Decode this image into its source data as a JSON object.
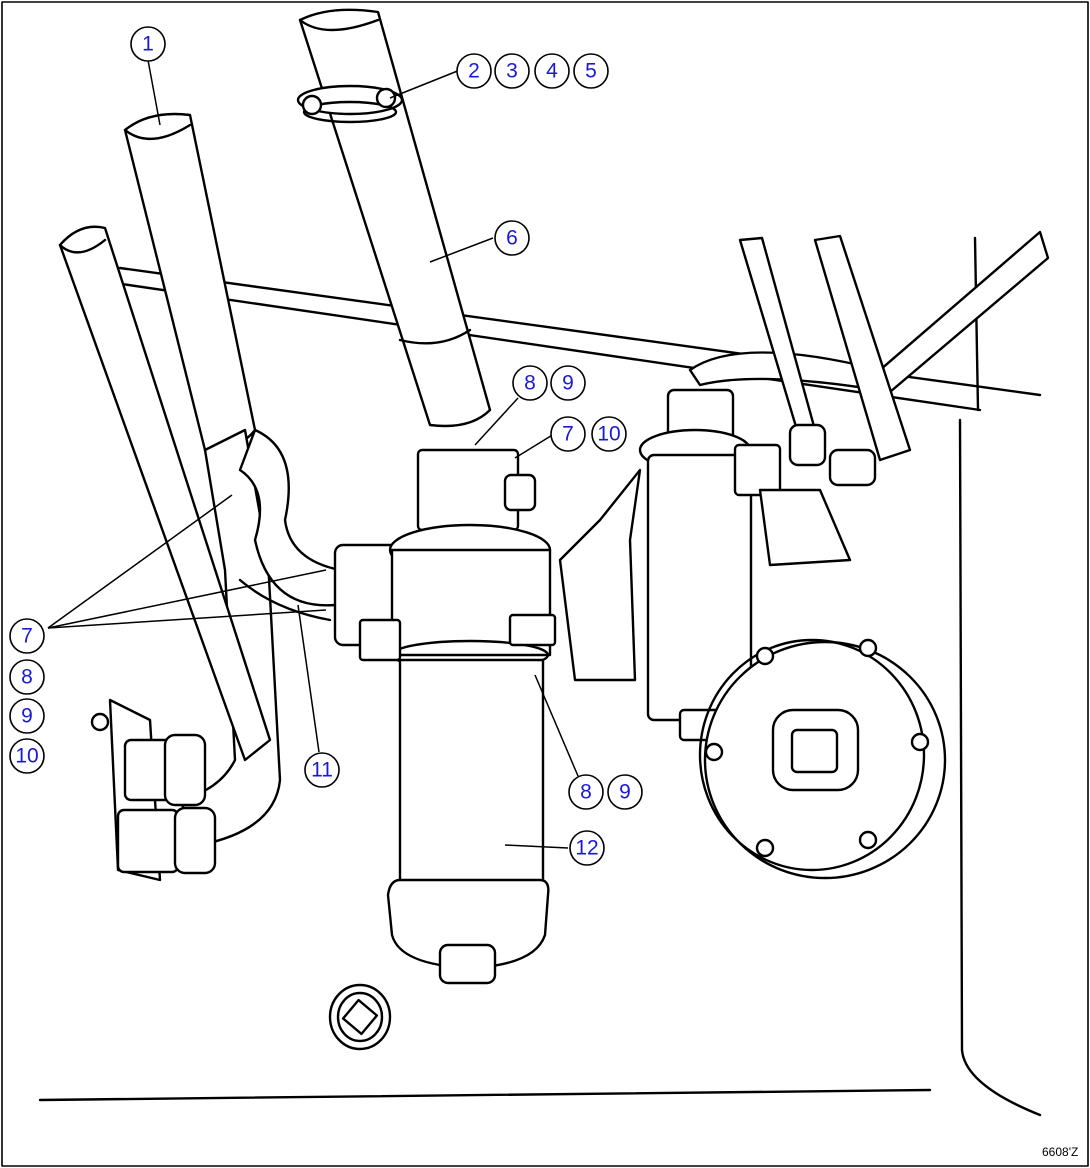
{
  "figure_id": "6608'Z",
  "colors": {
    "line": "#000000",
    "background": "#ffffff",
    "callout_text": "#1a1ad6"
  },
  "callouts": {
    "c1": "1",
    "c2": "2",
    "c3": "3",
    "c4": "4",
    "c5": "5",
    "c6": "6",
    "c8a": "8",
    "c9a": "9",
    "c7a": "7",
    "c10a": "10",
    "c7b": "7",
    "c8b": "8",
    "c9b": "9",
    "c10b": "10",
    "c11": "11",
    "c8c": "8",
    "c9c": "9",
    "c12": "12"
  }
}
